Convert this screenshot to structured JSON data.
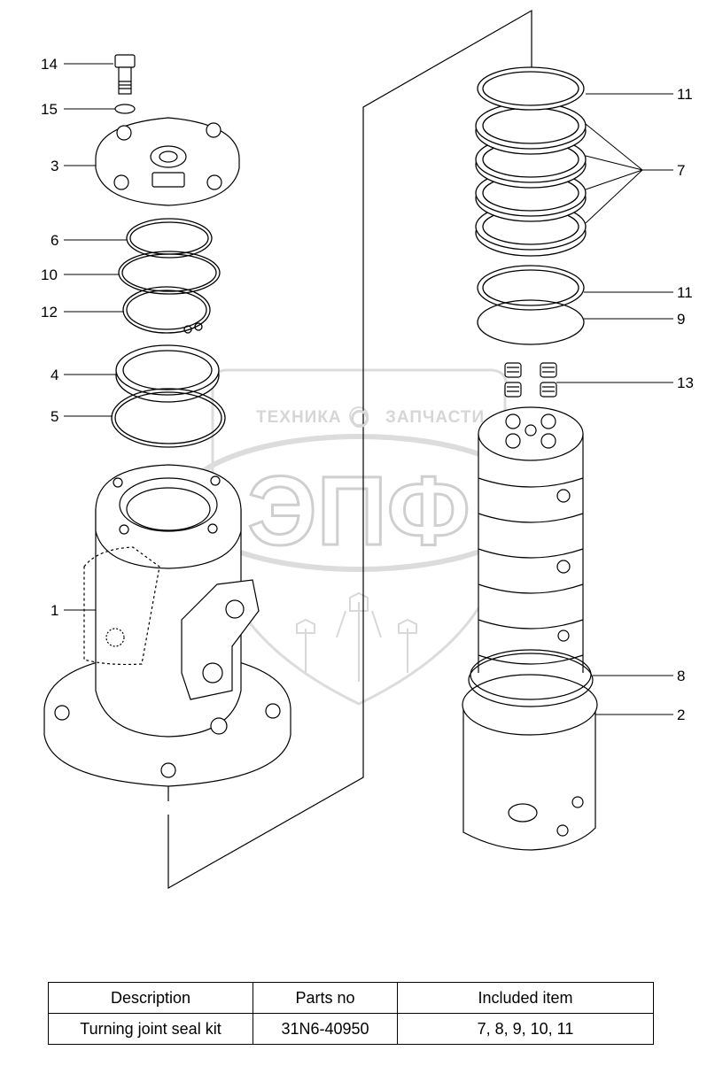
{
  "watermark": {
    "left_text": "ТЕХНИКА",
    "right_text": "ЗАПЧАСТИ",
    "logo_text": "ЭПФ"
  },
  "callouts": {
    "c14": "14",
    "c15": "15",
    "c3": "3",
    "c6": "6",
    "c10": "10",
    "c12": "12",
    "c4": "4",
    "c5": "5",
    "c1": "1",
    "c11a": "11",
    "c7": "7",
    "c11b": "11",
    "c9": "9",
    "c13": "13",
    "c8": "8",
    "c2": "2"
  },
  "table": {
    "headers": [
      "Description",
      "Parts no",
      "Included item"
    ],
    "rows": [
      [
        "Turning joint seal kit",
        "31N6-40950",
        "7, 8, 9, 10, 11"
      ]
    ]
  }
}
